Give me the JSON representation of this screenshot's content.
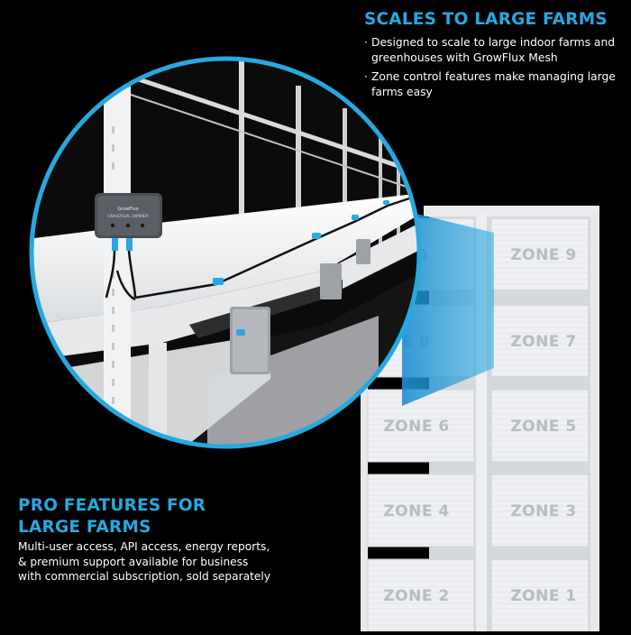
{
  "top_section": {
    "heading": "SCALES TO LARGE FARMS",
    "bullets": [
      "Designed to scale to large indoor farms and greenhouses with GrowFlux Mesh",
      "Zone control features make managing large farms easy"
    ]
  },
  "bottom_section": {
    "heading_line1": "PRO FEATURES FOR",
    "heading_line2": "LARGE FARMS",
    "description": "Multi-user access, API access, energy reports, & premium support available for business with commercial subscription, sold separately"
  },
  "zones": [
    {
      "left": "10",
      "right": "ZONE 9"
    },
    {
      "left": "E 8",
      "right": "ZONE 7"
    },
    {
      "left": "ZONE 6",
      "right": "ZONE 5"
    },
    {
      "left": "ZONE 4",
      "right": "ZONE 3"
    },
    {
      "left": "ZONE 2",
      "right": "ZONE 1"
    }
  ],
  "device": {
    "brand": "GrowFlux",
    "model": "UNIVERSAL DIMMER"
  },
  "colors": {
    "accent": "#27A8E0",
    "background": "#000000",
    "rack": "#F2F3F4",
    "zone_text": "#B7BCC2"
  }
}
